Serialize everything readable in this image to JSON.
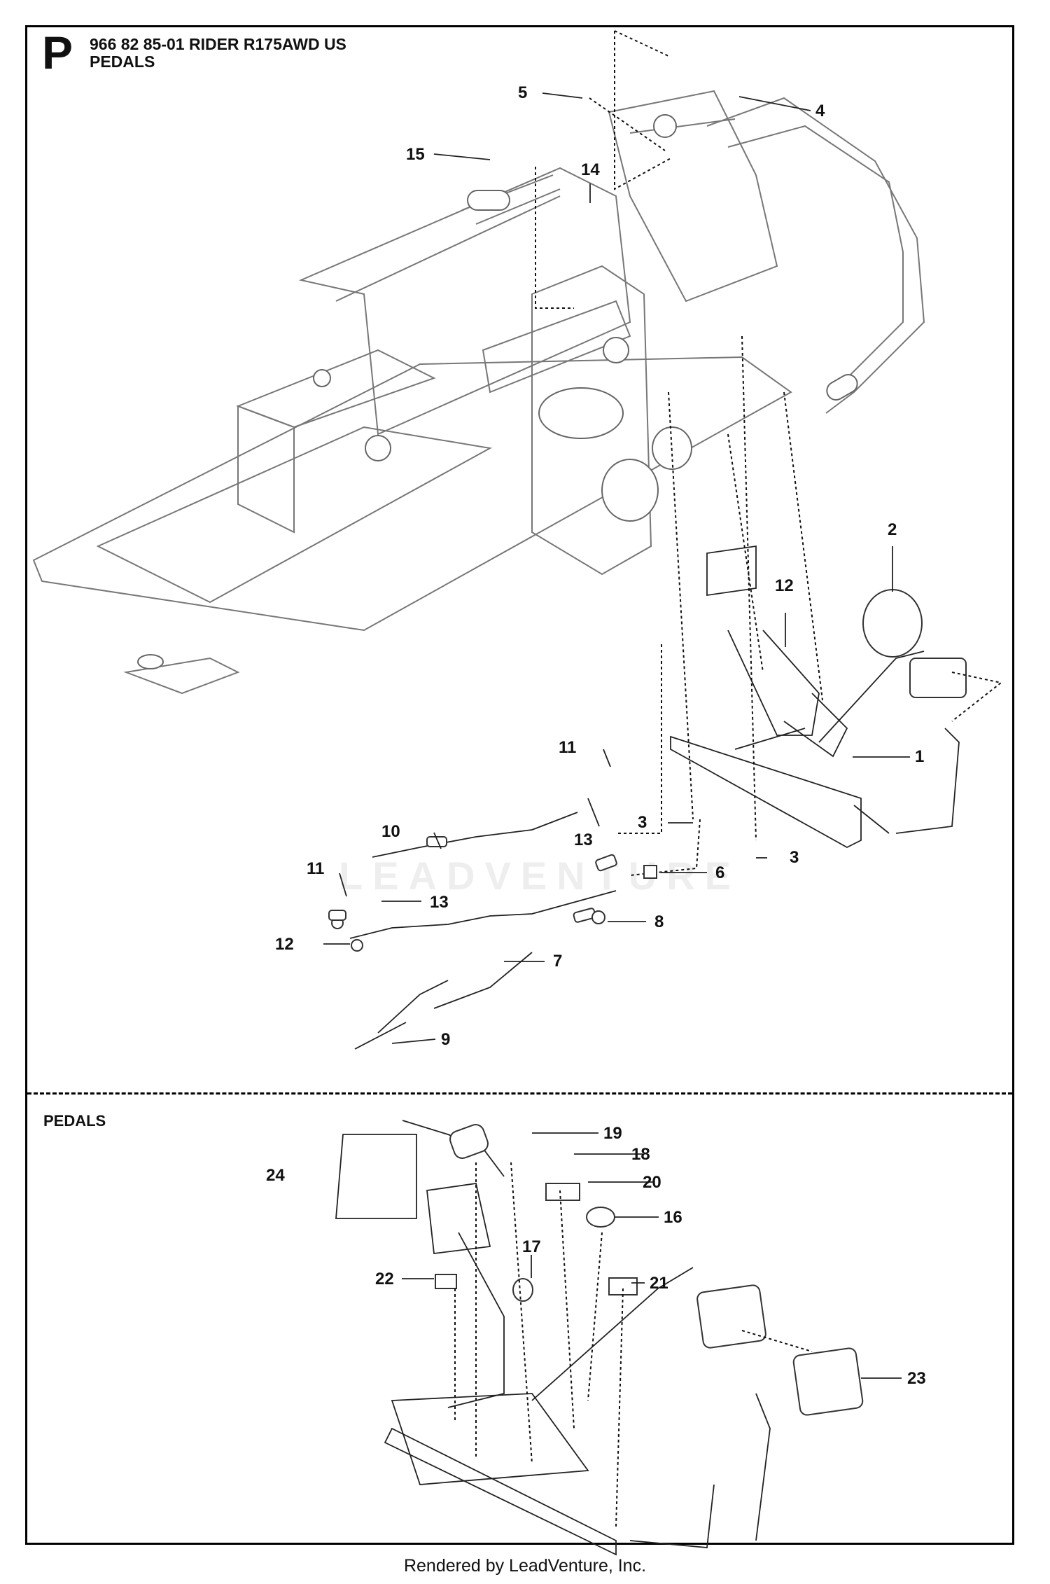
{
  "header": {
    "section_letter": "P",
    "title": "966 82 85-01 RIDER R175AWD US",
    "subtitle": "PEDALS"
  },
  "section2": {
    "title": "PEDALS"
  },
  "watermark": "LEADVENTURE",
  "footer": "Rendered by LeadVenture, Inc.",
  "callouts": {
    "c1": "1",
    "c2": "2",
    "c3a": "3",
    "c3b": "3",
    "c4": "4",
    "c5": "5",
    "c6": "6",
    "c7": "7",
    "c8": "8",
    "c9": "9",
    "c10": "10",
    "c11a": "11",
    "c11b": "11",
    "c12a": "12",
    "c12b": "12",
    "c13a": "13",
    "c13b": "13",
    "c14": "14",
    "c15": "15",
    "c16": "16",
    "c17": "17",
    "c18": "18",
    "c19": "19",
    "c20": "20",
    "c21": "21",
    "c22": "22",
    "c23": "23",
    "c24": "24"
  }
}
